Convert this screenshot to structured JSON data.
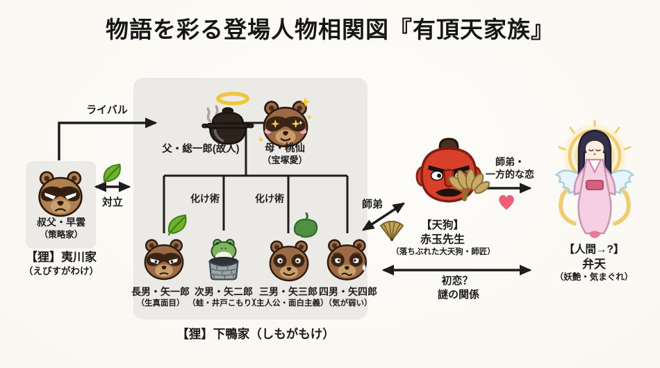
{
  "title": "物語を彩る登場人物相関図『有頂天家族』",
  "ebisugawa": {
    "uncle": {
      "name": "叔父・早雲",
      "trait": "（策略家）"
    },
    "family_label": "【狸】夷川家",
    "family_reading": "（えびすがわけ）"
  },
  "shimogamo": {
    "father": {
      "name": "父・総一郎(故人)"
    },
    "mother": {
      "name": "母・桃仙",
      "trait": "（宝塚愛）"
    },
    "skill_left": "化け術",
    "skill_right": "化け術",
    "sons": [
      {
        "name": "長男・矢一郎",
        "trait": "（生真面目）"
      },
      {
        "name": "次男・矢二郎",
        "trait": "（蛙・井戸こもり）"
      },
      {
        "name": "三男・矢三郎",
        "trait": "（主人公・面白主義）"
      },
      {
        "name": "四男・矢四郎",
        "trait": "（気が弱い）"
      }
    ],
    "family_label": "【狸】下鴨家（しもがもけ）"
  },
  "tengu": {
    "type_label": "【天狗】",
    "name": "赤玉先生",
    "trait": "（落ちぶれた大天狗・師匠）"
  },
  "benten": {
    "type_label": "【人間→?】",
    "name": "弁天",
    "trait": "（妖艶・気まぐれ）"
  },
  "relations": {
    "rival": "ライバル",
    "conflict": "対立",
    "master_disciple": "師弟",
    "one_sided_love": [
      "師弟・",
      "一方的な恋"
    ],
    "mystery": [
      "初恋？",
      "謎の関係"
    ]
  },
  "icons": {
    "leaf": "leaf-icon",
    "dark_leaf": "dark-leaf-icon",
    "folding_fan": "folding-fan-icon",
    "heart": "heart-icon",
    "halo": "halo-icon"
  },
  "colors": {
    "background": "#faf7f1",
    "panel": "#eceae6",
    "line": "#1d1d1d",
    "heart_pink": "#ec5f76",
    "leaf_green": "#6db32b",
    "dark_leaf_green": "#4e9141",
    "fan_gold": "#c3a356",
    "tengu_red": "#d8402c",
    "tanuki_brown": "#9c6b45",
    "halo_yellow": "#efc73e",
    "benten_pink": "#f5cfe2"
  }
}
